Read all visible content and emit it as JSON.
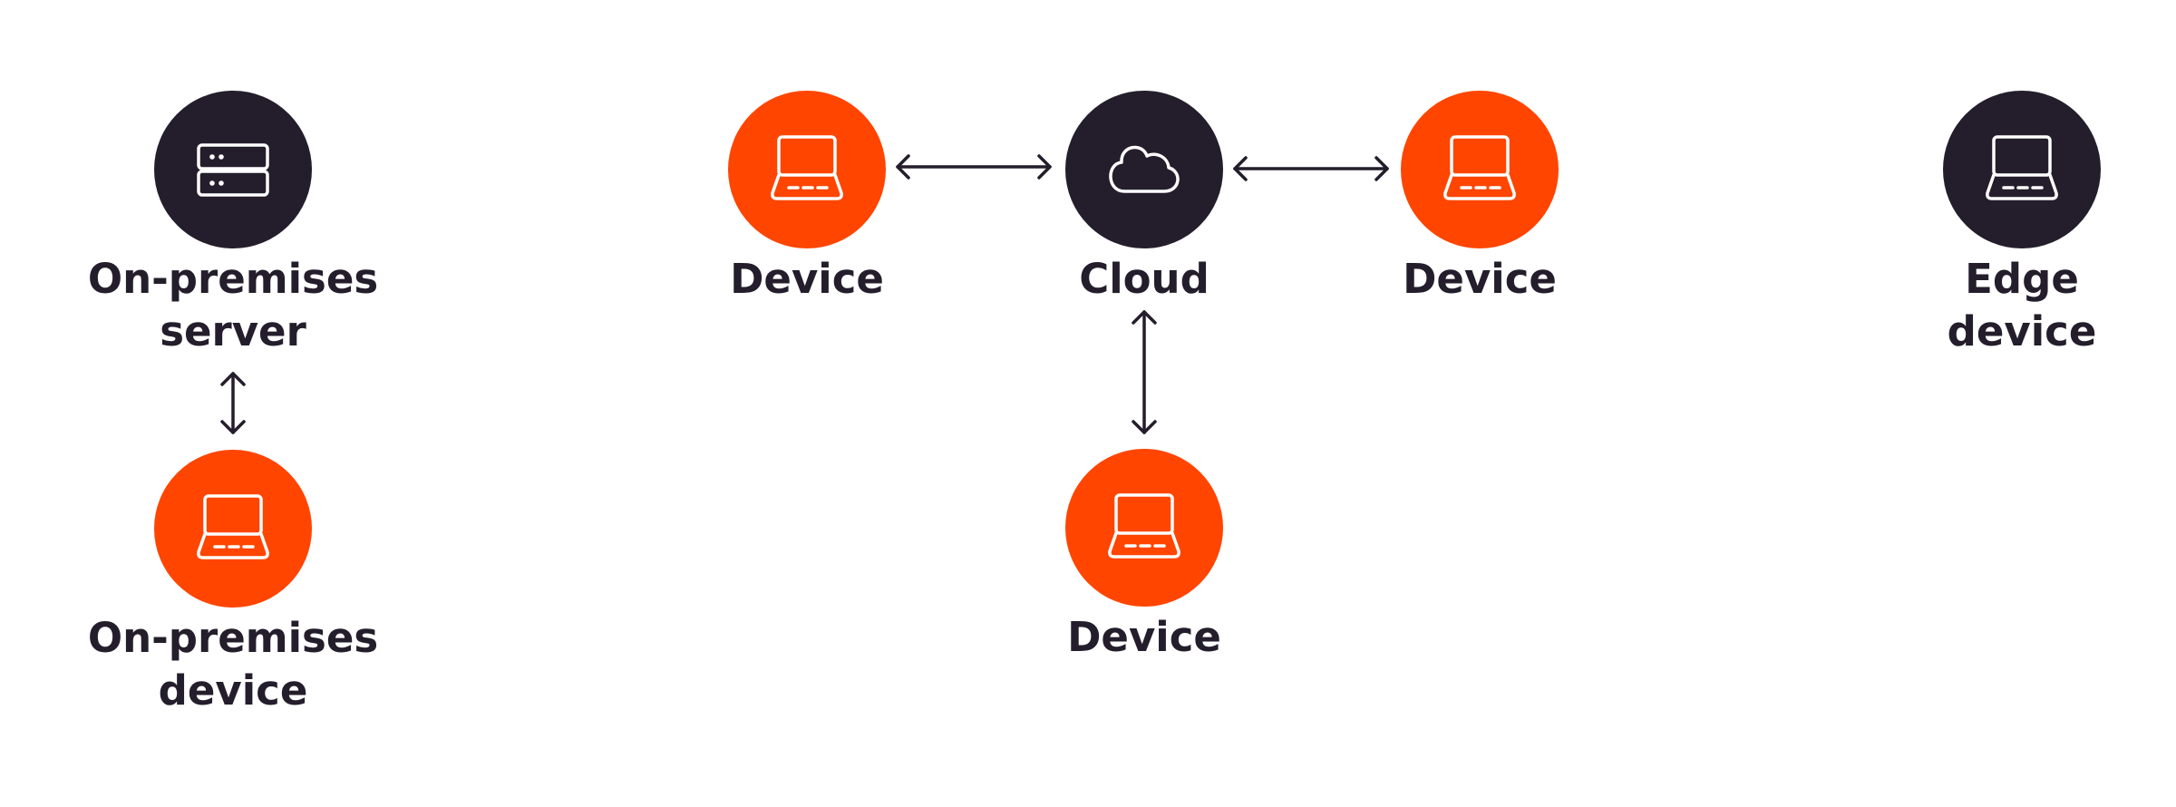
{
  "colors": {
    "dark": "#241d2b",
    "accent": "#ff4500",
    "icon": "#ffffff",
    "text": "#241d2b",
    "connector": "#241d2b"
  },
  "nodes": {
    "onprem_server": {
      "label_line1": "On-premises",
      "label_line2": "server",
      "icon": "server-icon",
      "fill": "dark"
    },
    "onprem_device": {
      "label_line1": "On-premises",
      "label_line2": "device",
      "icon": "laptop-icon",
      "fill": "accent"
    },
    "device_left": {
      "label": "Device",
      "icon": "laptop-icon",
      "fill": "accent"
    },
    "cloud": {
      "label": "Cloud",
      "icon": "cloud-icon",
      "fill": "dark"
    },
    "device_right": {
      "label": "Device",
      "icon": "laptop-icon",
      "fill": "accent"
    },
    "device_bottom": {
      "label": "Device",
      "icon": "laptop-icon",
      "fill": "accent"
    },
    "edge_device": {
      "label_line1": "Edge",
      "label_line2": "device",
      "icon": "laptop-icon",
      "fill": "dark"
    }
  },
  "connections": [
    {
      "from": "onprem_server",
      "to": "onprem_device",
      "type": "bidirectional"
    },
    {
      "from": "device_left",
      "to": "cloud",
      "type": "bidirectional"
    },
    {
      "from": "cloud",
      "to": "device_right",
      "type": "bidirectional"
    },
    {
      "from": "cloud",
      "to": "device_bottom",
      "type": "bidirectional"
    }
  ]
}
